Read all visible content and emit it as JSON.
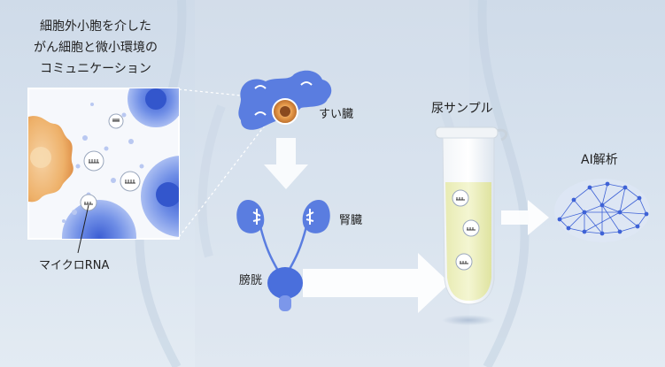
{
  "labels": {
    "caption_line1": "細胞外小胞を介した",
    "caption_line2": "がん細胞と微小環境の",
    "caption_line3": "コミュニケーション",
    "pancreas": "すい臓",
    "kidney": "腎臓",
    "bladder": "膀胱",
    "urine_sample": "尿サンプル",
    "ai_analysis": "AI解析",
    "microrna": "マイクロRNA"
  },
  "colors": {
    "organ_blue": "#4a6fdc",
    "organ_blue_light": "#7c97ea",
    "tumor_orange": "#e6a25a",
    "arrow_white": "#ffffff",
    "network_blue": "#3e62d6",
    "urine_yellow": "#e4e8a8"
  }
}
